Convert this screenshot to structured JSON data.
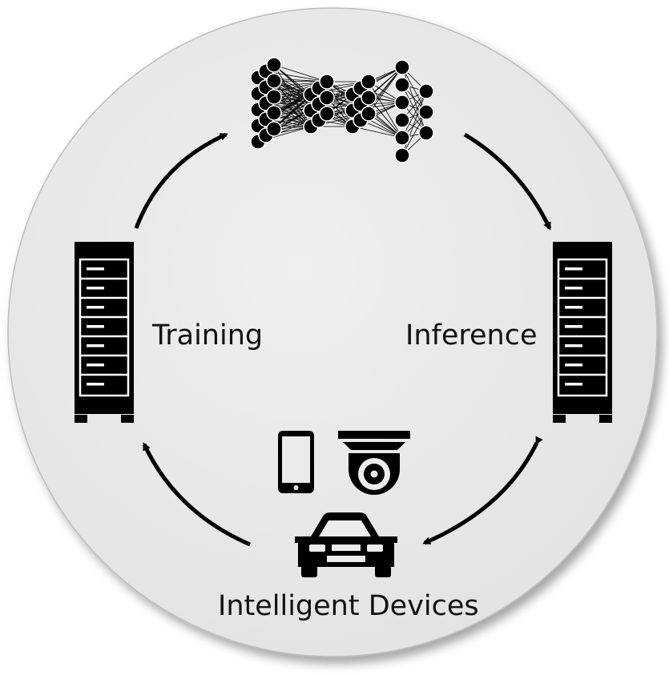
{
  "diagram": {
    "labels": {
      "training": "Training",
      "inference": "Inference",
      "devices": "Intelligent Devices"
    },
    "nodes": [
      {
        "id": "neural-network",
        "kind": "neural-network-icon"
      },
      {
        "id": "training-server",
        "kind": "server-rack-icon"
      },
      {
        "id": "inference-server",
        "kind": "server-rack-icon"
      },
      {
        "id": "phone",
        "kind": "smartphone-icon"
      },
      {
        "id": "camera",
        "kind": "security-camera-icon"
      },
      {
        "id": "car",
        "kind": "car-icon"
      }
    ],
    "edges": [
      {
        "from": "training-server",
        "to": "neural-network",
        "direction": "one-way"
      },
      {
        "from": "neural-network",
        "to": "inference-server",
        "direction": "one-way"
      },
      {
        "from": "inference-server",
        "to": "car",
        "direction": "two-way"
      },
      {
        "from": "car",
        "to": "training-server",
        "direction": "one-way"
      }
    ],
    "colors": {
      "background_circle": "#ececec",
      "icon": "#000000",
      "arrow": "#000000"
    }
  }
}
